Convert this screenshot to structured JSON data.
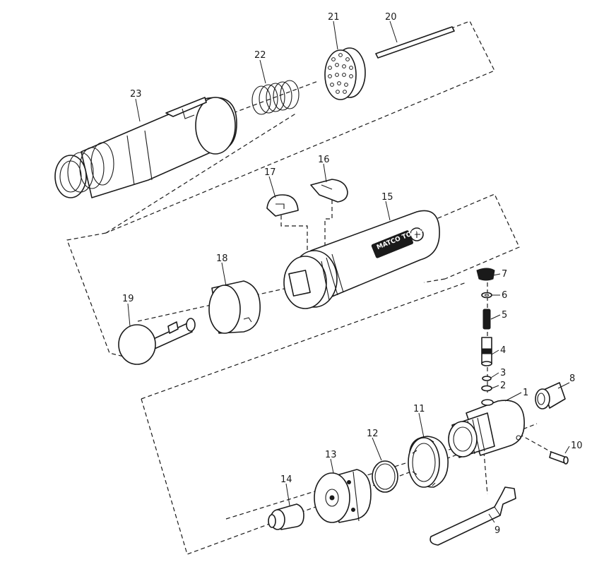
{
  "diagram": {
    "kind": "exploded-parts-view",
    "brand_logo_text": "MATCO TOOLS",
    "callouts": {
      "p1": "1",
      "p2": "2",
      "p3": "3",
      "p4": "4",
      "p5": "5",
      "p6": "6",
      "p7": "7",
      "p8": "8",
      "p9": "9",
      "p10": "10",
      "p11": "11",
      "p12": "12",
      "p13": "13",
      "p14": "14",
      "p15": "15",
      "p16": "16",
      "p17": "17",
      "p18": "18",
      "p19": "19",
      "p20": "20",
      "p21": "21",
      "p22": "22",
      "p23": "23"
    }
  }
}
